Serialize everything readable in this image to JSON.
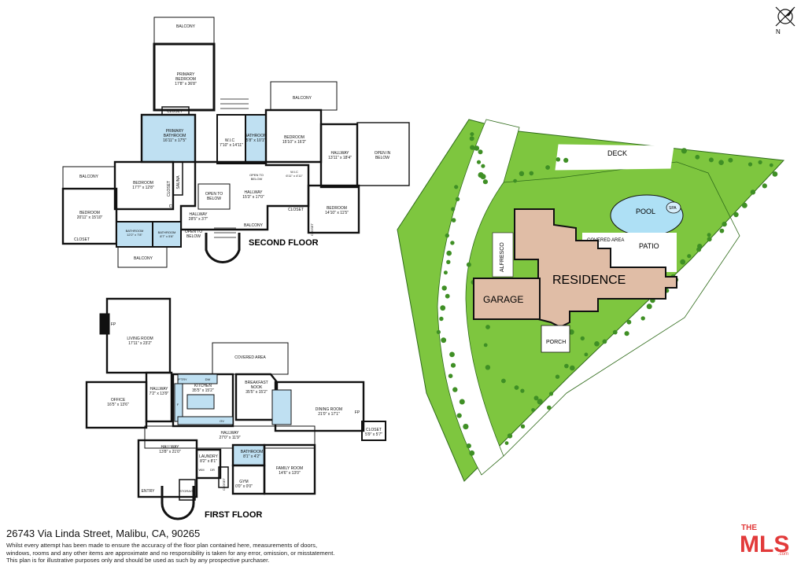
{
  "listing": {
    "address": "26743 Via Linda Street, Malibu, CA, 90265",
    "disclaimer": [
      "Whilst every attempt has been made to ensure the accuracy of the floor plan contained here, measurements of doors,",
      "windows, rooms and any other items are approximate and no responsibility is taken for any error, omission, or misstatement.",
      "This plan is for illustrative purposes only and should be used as such by any prospective purchaser."
    ]
  },
  "logo": {
    "the": "THE",
    "mls": "MLS",
    "dotcom": ".com",
    "color": "#e23a3a"
  },
  "compass": {
    "label": "N"
  },
  "colors": {
    "wall": "#111111",
    "bathroom": "#bfe0f2",
    "lawn": "#7ec63f",
    "tree": "#3f8f25",
    "residence": "#e0bda6",
    "pool": "#aee0f5"
  },
  "second_floor": {
    "title": "SECOND FLOOR",
    "rooms": {
      "balcony_top": "BALCONY",
      "primary_bedroom": [
        "PRIMARY",
        "BEDROOM",
        "17'8\" x 36'8\""
      ],
      "closet_a": "CLOSET",
      "primary_bathroom": [
        "PRIMARY",
        "BATHROOM",
        "16'11\" x 17'5\""
      ],
      "wlc": [
        "W.I.C",
        "7'10\" x 14'11\""
      ],
      "bathroom_a": [
        "BATHROOM",
        "5'8\" x 10'1\""
      ],
      "balcony_b": "BALCONY",
      "bedroom_a": [
        "BEDROOM",
        "15'10\" x 16'2\""
      ],
      "open_in_below": [
        "OPEN IN",
        "BELOW"
      ],
      "hallway_a": [
        "HALLWAY",
        "13'11\" x 18'4\""
      ],
      "open_to_below_small": [
        "OPEN TO",
        "BELOW"
      ],
      "wlc_small": [
        "W.I.C",
        "6'11\" x 4'11\""
      ],
      "balcony_left": "BALCONY",
      "bedroom_b": [
        "BEDROOM",
        "17'7\" x 12'8\""
      ],
      "sauna": [
        "SAUNA",
        "4'11\" x 7'2\""
      ],
      "closet_b": "CLOSET",
      "open_to_below": [
        "OPEN TO",
        "BELOW"
      ],
      "hallway_b": [
        "HALLWAY",
        "15'3\" x 17'0\""
      ],
      "balcony_c": "BALCONY",
      "closet_c": "CLOSET",
      "bedroom_c": [
        "BEDROOM",
        "14'10\" x 11'5\""
      ],
      "closet_d": "CLOSET",
      "bedroom_d": [
        "BEDROOM",
        "20'11\" x 15'10\""
      ],
      "cl": "CL",
      "hallway_c": [
        "HALLWAY",
        "28'5\" x 3'7\""
      ],
      "bathroom_b": [
        "BATHROOM",
        "12'2\" x 7'8\""
      ],
      "bathroom_c": [
        "BATHROOM",
        "8'7\" x 5'8\""
      ],
      "open_to_below_2": [
        "OPEN TO",
        "BELOW"
      ],
      "closet_e": "CLOSET",
      "balcony_d": "BALCONY"
    }
  },
  "first_floor": {
    "title": "FIRST FLOOR",
    "rooms": {
      "fp_a": "FP",
      "living_room": [
        "LIVING ROOM",
        "17'11\" x 23'2\""
      ],
      "covered_area": "COVERED AREA",
      "hallway_a": [
        "HALLWAY",
        "7'2\" x 13'9\""
      ],
      "pantry": "P'TRY",
      "dw": "DW",
      "kitchen": [
        "KITCHEN",
        "35'5\" x 15'2\""
      ],
      "breakfast_nook": [
        "BREAKFAST",
        "NOOK",
        "35'5\" x 15'2\""
      ],
      "office": [
        "OFFICE",
        "16'5\" x 13'6\""
      ],
      "f": "F",
      "ov": "OV",
      "dining_room": [
        "DINING ROOM",
        "21'0\" x 17'1\""
      ],
      "fp_b": "FP",
      "hallway_b": [
        "HALLWAY",
        "27'0\" x 11'9\""
      ],
      "closet": [
        "CLOSET",
        "5'9\" x 5'7\""
      ],
      "hallway_c": [
        "HALLWAY",
        "13'8\" x 21'0\""
      ],
      "laundry": [
        "LAUNDRY",
        "8'2\" x 8'1\""
      ],
      "wm": "WM",
      "dr": "DR",
      "bathroom": [
        "BATHROOM",
        "8'1\" x 4'2\""
      ],
      "family_room": [
        "FAMILY ROOM",
        "14'6\" x 13'0\""
      ],
      "closet_small": "CLOSET",
      "gym": [
        "GYM",
        "0'0\" x 0'0\""
      ],
      "entry": "ENTRY",
      "storage": "STORAGE"
    }
  },
  "site_plan": {
    "deck": "DECK",
    "pool": "POOL",
    "spa": "SPA",
    "covered_area": "COVERED AREA",
    "patio": "PATIO",
    "alfresco": "ALFRESCO",
    "residence": "RESIDENCE",
    "garage": "GARAGE",
    "porch": "PORCH"
  }
}
